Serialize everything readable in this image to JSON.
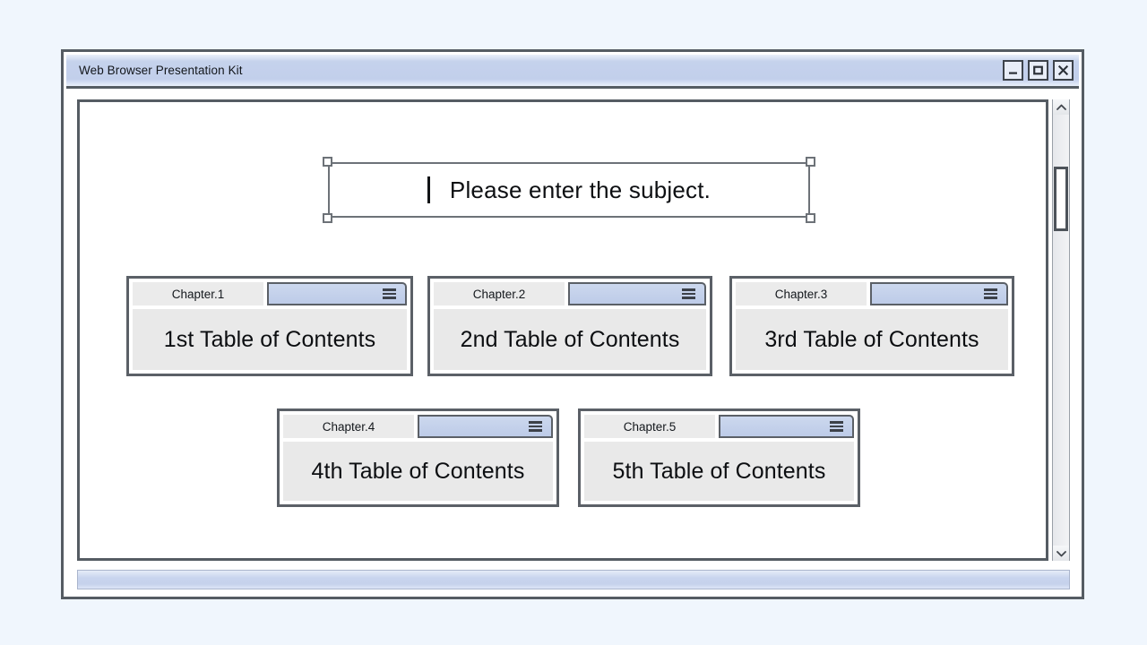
{
  "window": {
    "title": "Web Browser Presentation Kit",
    "controls": [
      {
        "name": "minimize-button",
        "icon": "minimize-icon",
        "label": "_"
      },
      {
        "name": "maximize-button",
        "icon": "maximize-icon",
        "label": "□"
      },
      {
        "name": "close-button",
        "icon": "close-icon",
        "label": "✕"
      }
    ]
  },
  "slide": {
    "subject": {
      "placeholder": "Please enter the subject.",
      "value": "",
      "selected": true,
      "caret_visible": true
    },
    "cards": [
      {
        "tab": "Chapter.1",
        "title": "1st Table of Contents",
        "menu_icon": "hamburger-menu-icon"
      },
      {
        "tab": "Chapter.2",
        "title": "2nd Table of Contents",
        "menu_icon": "hamburger-menu-icon"
      },
      {
        "tab": "Chapter.3",
        "title": "3rd Table of Contents",
        "menu_icon": "hamburger-menu-icon"
      },
      {
        "tab": "Chapter.4",
        "title": "4th Table of Contents",
        "menu_icon": "hamburger-menu-icon"
      },
      {
        "tab": "Chapter.5",
        "title": "5th Table of Contents",
        "menu_icon": "hamburger-menu-icon"
      }
    ]
  },
  "scrollbar": {
    "up_icon": "chevron-up-icon",
    "down_icon": "chevron-down-icon",
    "thumb_position": "near-top"
  },
  "status_bar": {
    "text": ""
  },
  "colors": {
    "page_background": "#f0f6fd",
    "window_border": "#555c63",
    "title_bar_blue": "#c5d2ec",
    "card_header_blue": "#bdcbe8",
    "card_body_gray": "#e9e9e9",
    "card_tab_gray": "#ebebeb",
    "text_dark": "#0d0f12"
  }
}
